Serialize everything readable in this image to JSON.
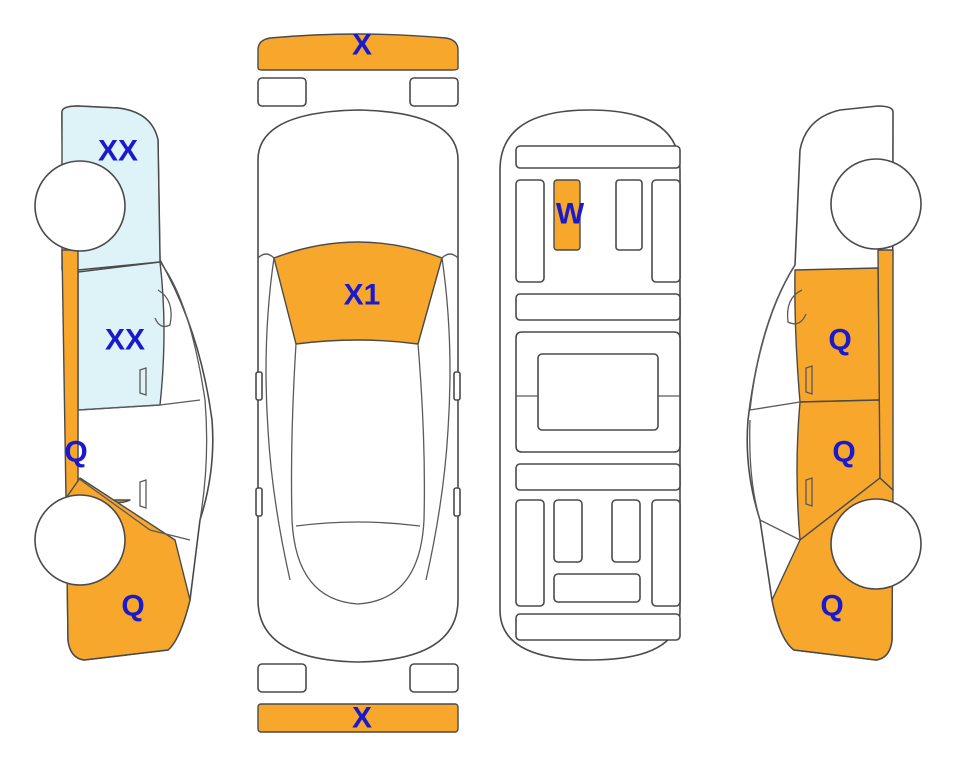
{
  "colors": {
    "damage": "#f7a72c",
    "glass": "#def3f7",
    "label": "#1a1acc",
    "outline": "#4a4a4a"
  },
  "labels": {
    "front_bumper": "X",
    "rear_bumper": "X",
    "windshield": "X1",
    "underbody_part": "W",
    "left_upper_glass": "XX",
    "left_lower_glass": "XX",
    "left_rocker": "Q",
    "left_rear_quarter": "Q",
    "right_front_door": "Q",
    "right_rear_door": "Q",
    "right_rear_quarter": "Q"
  }
}
